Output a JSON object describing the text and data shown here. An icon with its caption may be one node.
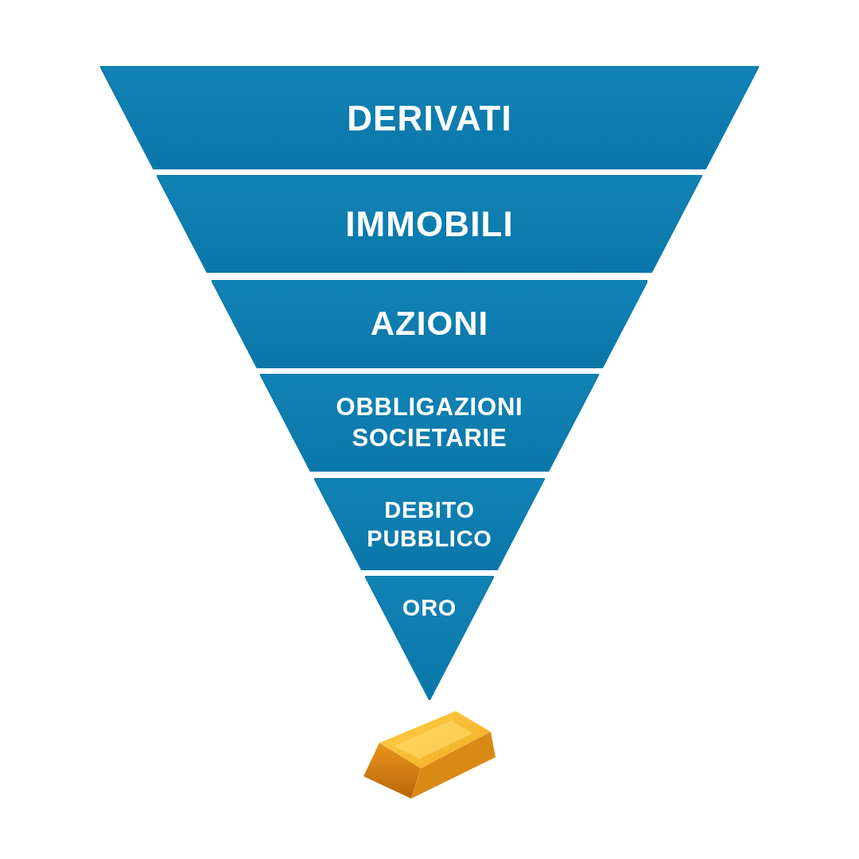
{
  "diagram": {
    "nodes": [
      {
        "text": [
          "DERIVATI"
        ]
      },
      {
        "text": [
          "IMMOBILI"
        ]
      },
      {
        "text": [
          "AZIONI"
        ]
      },
      {
        "text": [
          "OBBLIGAZIONI SOCIETARIE"
        ]
      },
      {
        "text": [
          "DEBITO PUBBLICO"
        ]
      },
      {
        "text": [
          "ORO"
        ]
      }
    ]
  }
}
